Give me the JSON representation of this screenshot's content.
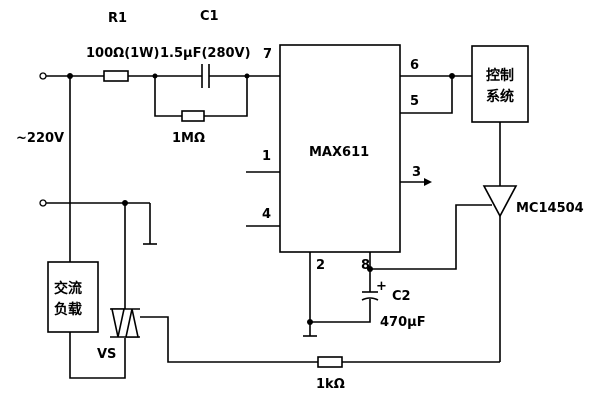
{
  "labels": {
    "r1": "R1",
    "c1": "C1",
    "r1_value": "100Ω(1W)",
    "c1_value": "1.5μF(280V)",
    "r2_value": "1MΩ",
    "supply": "~220V",
    "ic": "MAX611",
    "pin1": "1",
    "pin2": "2",
    "pin3": "3",
    "pin4": "4",
    "pin5": "5",
    "pin6": "6",
    "pin7": "7",
    "pin8": "8",
    "control_line1": "控制",
    "control_line2": "系统",
    "buffer": "MC14504",
    "load_line1": "交流",
    "load_line2": "负载",
    "triac": "VS",
    "c2": "C2",
    "c2_plus": "+",
    "c2_value": "470μF",
    "r3_value": "1kΩ"
  }
}
